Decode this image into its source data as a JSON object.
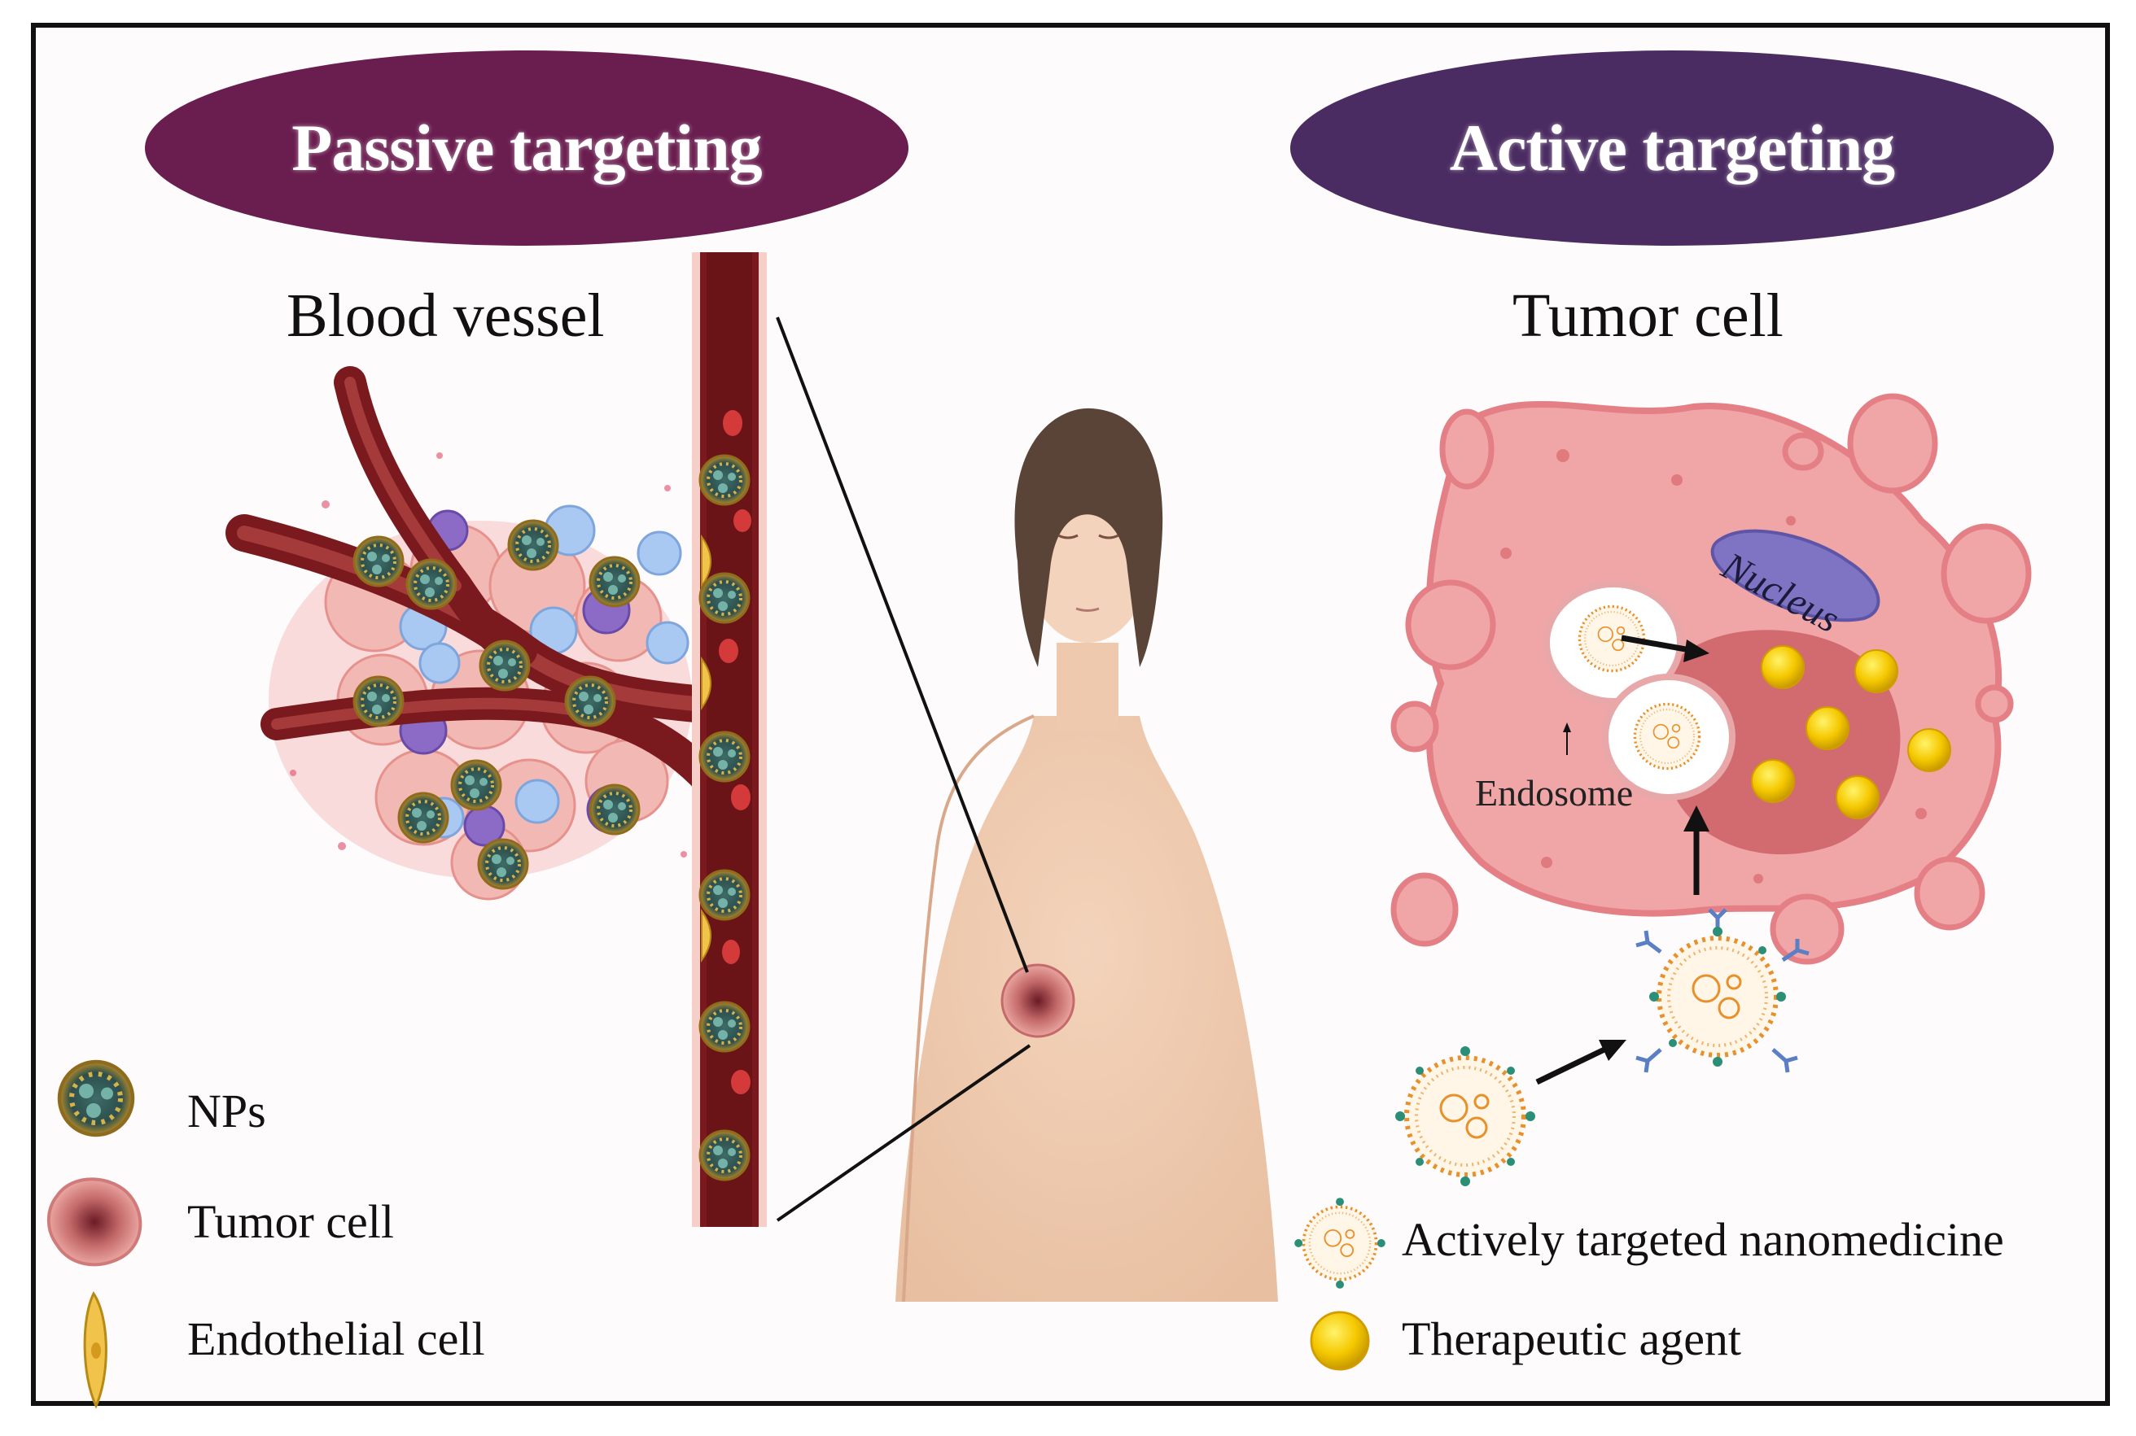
{
  "titles": {
    "passive": "Passive targeting",
    "active": "Active targeting"
  },
  "headings": {
    "blood_vessel": "Blood vessel",
    "tumor_cell": "Tumor cell"
  },
  "labels": {
    "nucleus": "Nucleus",
    "endosome": "Endosome"
  },
  "legend": {
    "nps": "NPs",
    "tumor_cell": "Tumor cell",
    "endothelial_cell": "Endothelial cell",
    "actively_targeted": "Actively targeted nanomedicine",
    "therapeutic_agent": "Therapeutic agent"
  },
  "colors": {
    "passive_pill": "#6a1d4f",
    "active_pill": "#4b2c62",
    "vessel": "#7a1a1e",
    "tumor_pink": "#f2a7a7",
    "agent_yellow": "#f5c800",
    "nucleus": "#7f74c4"
  }
}
